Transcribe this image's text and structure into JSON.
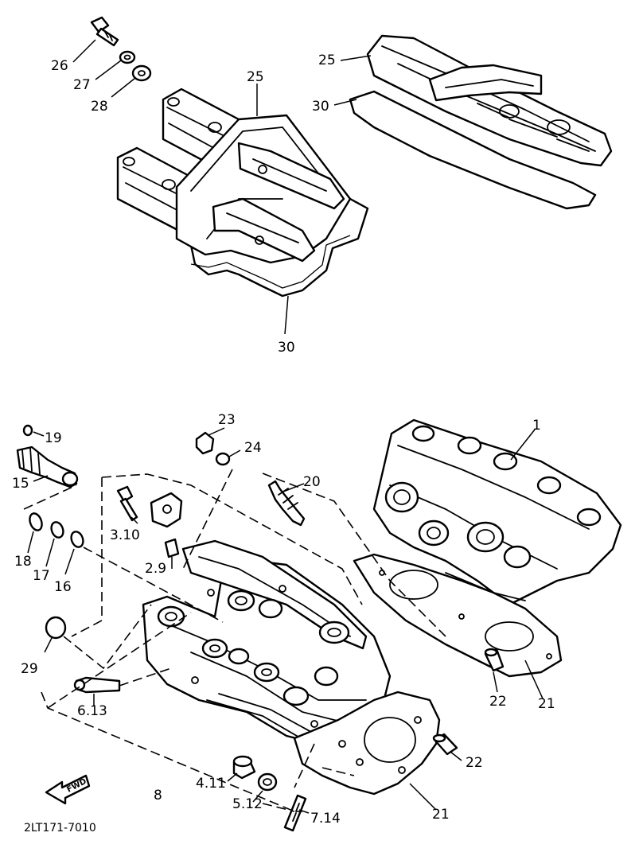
{
  "labels": {
    "p26": "26",
    "p27": "27",
    "p28": "28",
    "p25a": "25",
    "p25b": "25",
    "p30a": "30",
    "p30b": "30",
    "p23": "23",
    "p24": "24",
    "p19": "19",
    "p15": "15",
    "p20": "20",
    "p1": "1",
    "p3_10": "3.10",
    "p2_9": "2.9",
    "p18": "18",
    "p17": "17",
    "p16": "16",
    "p29": "29",
    "p6_13": "6.13",
    "p22a": "22",
    "p22b": "22",
    "p21a": "21",
    "p21b": "21",
    "p8": "8",
    "p4_11": "4.11",
    "p5_12": "5.12",
    "p7_14": "7.14"
  },
  "fwd_label": "FWD",
  "diagram_code": "2LT171-7010"
}
